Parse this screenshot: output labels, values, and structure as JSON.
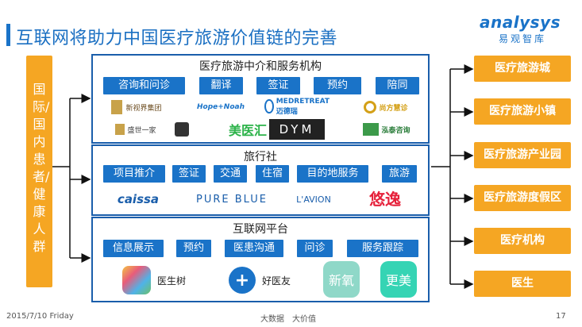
{
  "title": "互联网将助力中国医疗旅游价值链的完善",
  "brand": {
    "name": "analysys",
    "sub": "易观智库"
  },
  "left_label": "国际/国内患者/健康人群",
  "panels": [
    {
      "title": "医疗旅游中介和服务机构",
      "chips": [
        "咨询和问诊",
        "翻译",
        "签证",
        "预约",
        "陪同"
      ],
      "logos": [
        {
          "name": "新视界集团"
        },
        {
          "name": "Hope+Noah"
        },
        {
          "name": "MEDRETREAT 迈德瑞"
        },
        {
          "name": "尚方慧诊"
        },
        {
          "name": "盛世一家"
        },
        {
          "name": ""
        },
        {
          "name": "美医汇"
        },
        {
          "name": "DYM"
        },
        {
          "name": "泓泰咨询"
        }
      ]
    },
    {
      "title": "旅行社",
      "chips": [
        "项目推介",
        "签证",
        "交通",
        "住宿",
        "目的地服务",
        "旅游"
      ],
      "logos": [
        {
          "name": "caissa"
        },
        {
          "name": "PURE BLUE"
        },
        {
          "name": "L'AVION"
        },
        {
          "name": "悠逸"
        }
      ]
    },
    {
      "title": "互联网平台",
      "chips": [
        "信息展示",
        "预约",
        "医患沟通",
        "问诊",
        "服务跟踪"
      ],
      "apps": [
        {
          "name": "医生树"
        },
        {
          "name": "好医友"
        },
        {
          "name": "新氧"
        },
        {
          "name": "更美"
        }
      ]
    }
  ],
  "destinations": [
    "医疗旅游城",
    "医疗旅游小镇",
    "医疗旅游产业园",
    "医疗旅游度假区",
    "医疗机构",
    "医生"
  ],
  "footer": {
    "date": "2015/7/10 Friday",
    "center": "大数据　大价值",
    "page": "17"
  },
  "colors": {
    "accent": "#1a73c8",
    "orange": "#f5a623",
    "panel_border": "#1a5eab"
  }
}
